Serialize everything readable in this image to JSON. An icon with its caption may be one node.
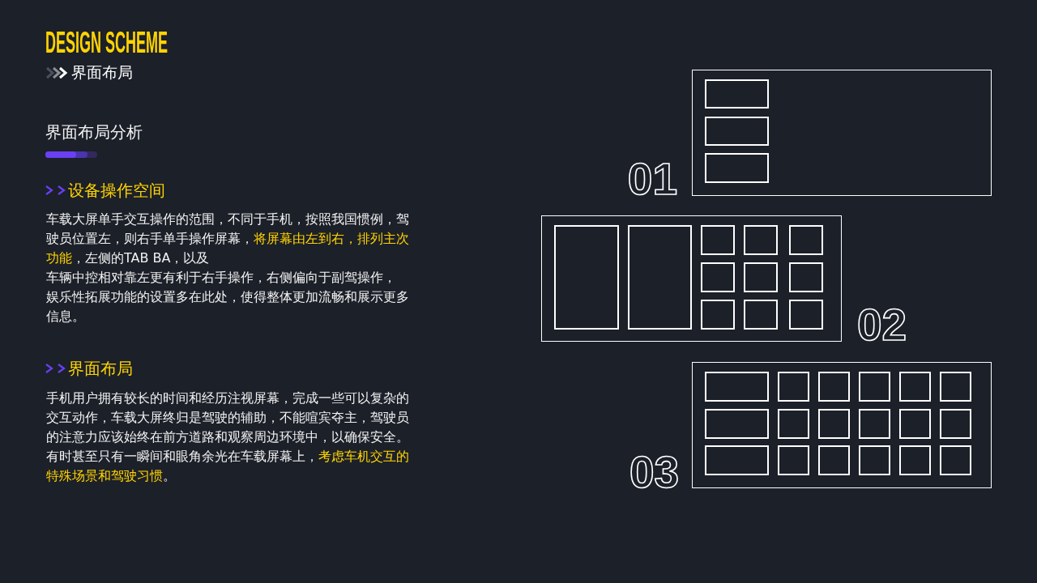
{
  "diagram": {
    "title": "DESIGN SCHEME",
    "nodes": [
      {
        "text": [],
        "shape": "box",
        "beside": [
          "01"
        ]
      },
      {
        "text": [],
        "shape": "box",
        "in": 0
      },
      {
        "text": [],
        "shape": "box",
        "in": 0
      },
      {
        "text": [],
        "shape": "box",
        "in": 0
      },
      {
        "text": [],
        "shape": "box",
        "beside": [
          "02"
        ]
      },
      {
        "text": [],
        "shape": "box",
        "in": 4
      },
      {
        "text": [],
        "shape": "box",
        "in": 4
      },
      {
        "text": [],
        "shape": "box",
        "in": 4
      },
      {
        "text": [],
        "shape": "box",
        "in": 4
      },
      {
        "text": [],
        "shape": "box",
        "in": 4
      },
      {
        "text": [],
        "shape": "box",
        "in": 4
      },
      {
        "text": [],
        "shape": "box",
        "in": 4
      },
      {
        "text": [],
        "shape": "box",
        "in": 4
      },
      {
        "text": [],
        "shape": "box",
        "in": 4
      },
      {
        "text": [],
        "shape": "box",
        "in": 4
      },
      {
        "text": [],
        "shape": "box",
        "in": 4
      },
      {
        "text": [],
        "shape": "box",
        "beside": [
          "03"
        ]
      },
      {
        "text": [],
        "shape": "box",
        "in": 16
      },
      {
        "text": [],
        "shape": "box",
        "in": 16
      },
      {
        "text": [],
        "shape": "box",
        "in": 16
      },
      {
        "text": [],
        "shape": "box",
        "in": 16
      },
      {
        "text": [],
        "shape": "box",
        "in": 16
      },
      {
        "text": [],
        "shape": "box",
        "in": 16
      },
      {
        "text": [],
        "shape": "box",
        "in": 16
      },
      {
        "text": [],
        "shape": "box",
        "in": 16
      },
      {
        "text": [],
        "shape": "box",
        "in": 16
      },
      {
        "text": [],
        "shape": "box",
        "in": 16
      },
      {
        "text": [],
        "shape": "box",
        "in": 16
      },
      {
        "text": [],
        "shape": "box",
        "in": 16
      },
      {
        "text": [],
        "shape": "box",
        "in": 16
      },
      {
        "text": [],
        "shape": "box",
        "in": 16
      },
      {
        "text": [],
        "shape": "box",
        "in": 16
      },
      {
        "text": [],
        "shape": "box",
        "in": 16
      },
      {
        "text": [],
        "shape": "box",
        "in": 16
      },
      {
        "text": [],
        "shape": "box",
        "in": 16
      }
    ],
    "labels": [
      "界面布局",
      "界面布局分析",
      "设备操作空间",
      "车载大屏单手交互操作的范围，不同于手机，按照我国惯例，驾驶员位置左，则右手单手操作屏幕，**将屏幕由左到右，排列主次功能**，左侧的TAB BA，以及",
      "车辆中控相对靠左更有利于右手操作，右侧偏向于副驾操作，",
      "娱乐性拓展功能的设置多在此处，使得整体更加流畅和展示更多信息。",
      "界面布局",
      "手机用户拥有较长的时间和经历注视屏幕，完成一些可以复杂的交互动作，车载大屏终归是驾驶的辅助，不能喧宾夺主，驾驶员的注意力应该始终在前方道路和观察周边环境中，以确保安全。有时甚至只有一瞬间和眼角余光在车载屏幕上，**考虑车机交互的特殊场景和驾驶习惯**。"
    ]
  }
}
